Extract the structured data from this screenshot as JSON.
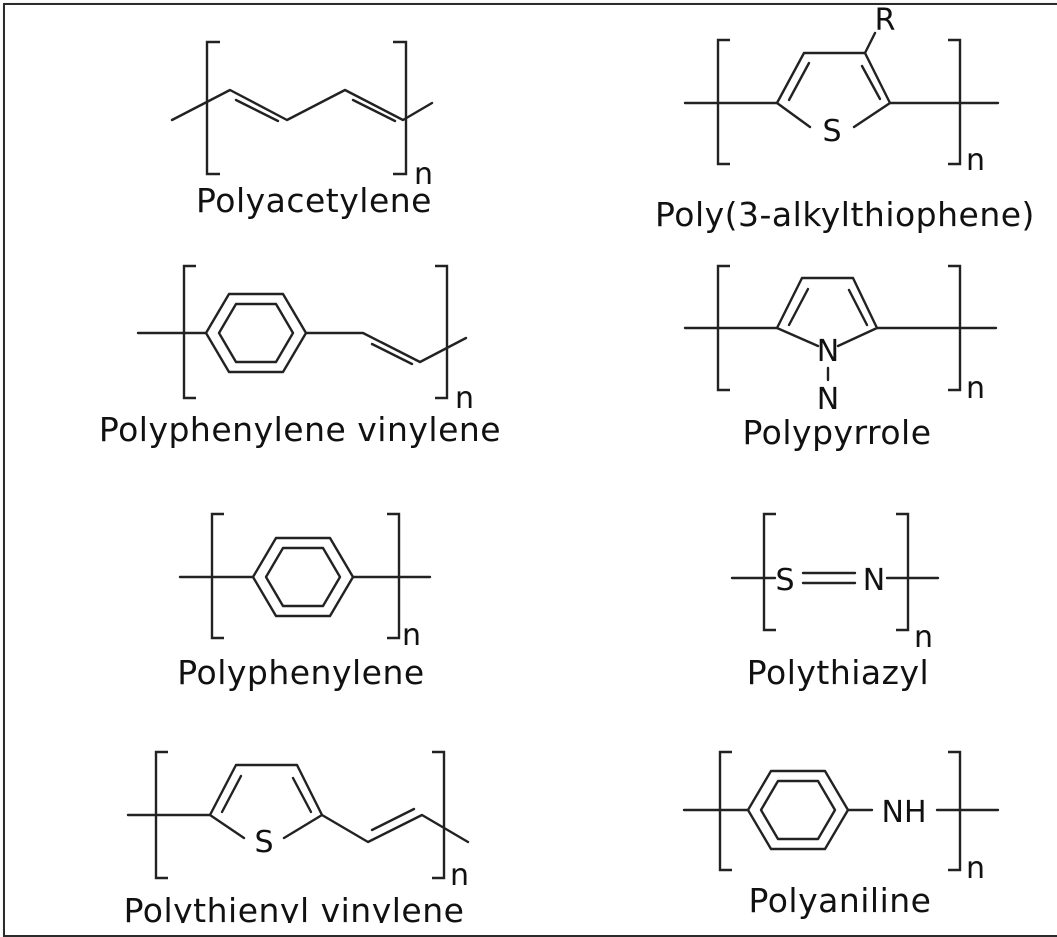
{
  "structures": [
    {
      "id": "polyacetylene",
      "name": "Polyacetylene",
      "subscript": "n"
    },
    {
      "id": "poly3alkylthiophene",
      "name": "Poly(3-alkylthiophene)",
      "subscript": "n",
      "atoms": {
        "sulfur": "S",
        "substituent": "R"
      }
    },
    {
      "id": "polyphenylenevinylene",
      "name": "Polyphenylene vinylene",
      "subscript": "n"
    },
    {
      "id": "polypyrrole",
      "name": "Polypyrrole",
      "subscript": "n",
      "atoms": {
        "n1": "N",
        "n2": "N"
      }
    },
    {
      "id": "polyphenylene",
      "name": "Polyphenylene",
      "subscript": "n"
    },
    {
      "id": "polythiazyl",
      "name": "Polythiazyl",
      "subscript": "n",
      "atoms": {
        "sulfur": "S",
        "nitrogen": "N"
      }
    },
    {
      "id": "polythienylvinylene",
      "name": "Polythienyl vinylene",
      "subscript": "n",
      "atoms": {
        "sulfur": "S"
      }
    },
    {
      "id": "polyaniline",
      "name": "Polyaniline",
      "subscript": "n",
      "atoms": {
        "amine": "NH"
      }
    }
  ]
}
